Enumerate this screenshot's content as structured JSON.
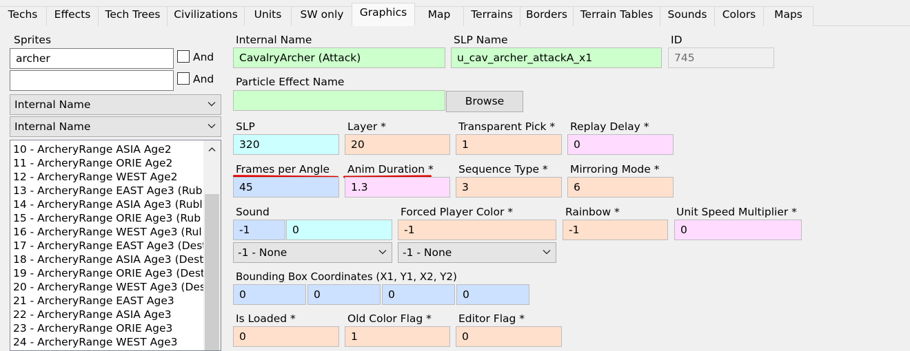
{
  "tabs": [
    {
      "label": "Techs"
    },
    {
      "label": "Effects"
    },
    {
      "label": "Tech Trees"
    },
    {
      "label": "Civilizations"
    },
    {
      "label": "Units"
    },
    {
      "label": "SW only"
    },
    {
      "label": "Graphics"
    },
    {
      "label": "Map"
    },
    {
      "label": "Terrains"
    },
    {
      "label": "Borders"
    },
    {
      "label": "Terrain Tables"
    },
    {
      "label": "Sounds"
    },
    {
      "label": "Colors"
    },
    {
      "label": "Maps"
    }
  ],
  "active_tab": "Graphics",
  "sprites": {
    "title": "Sprites",
    "search1": "archer",
    "search2": "",
    "and_label": "And",
    "sort1": "Internal Name",
    "sort2": "Internal Name",
    "items": [
      "10 - ArcheryRange ASIA Age2",
      "11 - ArcheryRange ORIE Age2",
      "12 - ArcheryRange WEST Age2",
      "13 - ArcheryRange EAST Age3 (Rub",
      "14 - ArcheryRange ASIA Age3 (Rubl",
      "15 - ArcheryRange ORIE Age3 (Rub",
      "16 - ArcheryRange WEST Age3 (Rul",
      "17 - ArcheryRange EAST Age3 (Dest",
      "18 - ArcheryRange ASIA Age3 (Dest",
      "19 - ArcheryRange ORIE Age3 (Dest",
      "20 - ArcheryRange WEST Age3 (Des",
      "21 - ArcheryRange EAST Age3",
      "22 - ArcheryRange ASIA Age3",
      "23 - ArcheryRange ORIE Age3",
      "24 - ArcheryRange WEST Age3"
    ]
  },
  "graphic": {
    "internal_name": {
      "label": "Internal Name",
      "value": "CavalryArcher (Attack)"
    },
    "slp_name": {
      "label": "SLP Name",
      "value": "u_cav_archer_attackA_x1"
    },
    "id": {
      "label": "ID",
      "value": "745"
    },
    "particle_effect": {
      "label": "Particle Effect Name",
      "value": "",
      "button": "Browse"
    },
    "slp": {
      "label": "SLP",
      "value": "320"
    },
    "layer": {
      "label": "Layer *",
      "value": "20"
    },
    "transparent_pick": {
      "label": "Transparent Pick *",
      "value": "1"
    },
    "replay_delay": {
      "label": "Replay Delay *",
      "value": "0"
    },
    "frames_per_angle": {
      "label": "Frames per Angle",
      "value": "45"
    },
    "anim_duration": {
      "label": "Anim Duration *",
      "value": "1.3"
    },
    "sequence_type": {
      "label": "Sequence Type *",
      "value": "3"
    },
    "mirroring_mode": {
      "label": "Mirroring Mode *",
      "value": "6"
    },
    "sound": {
      "label": "Sound",
      "value1": "-1",
      "value2": "0",
      "select": "-1 - None"
    },
    "forced_player_color": {
      "label": "Forced Player Color *",
      "value": "-1",
      "select": "-1 - None"
    },
    "rainbow": {
      "label": "Rainbow *",
      "value": "-1"
    },
    "unit_speed_multiplier": {
      "label": "Unit Speed Multiplier *",
      "value": "0"
    },
    "bounding_box": {
      "label": "Bounding Box Coordinates (X1, Y1, X2, Y2)",
      "values": [
        "0",
        "0",
        "0",
        "0"
      ]
    },
    "is_loaded": {
      "label": "Is Loaded *",
      "value": "0"
    },
    "old_color_flag": {
      "label": "Old Color Flag *",
      "value": "1"
    },
    "editor_flag": {
      "label": "Editor Flag *",
      "value": "0"
    }
  },
  "colors": {
    "green": "#ccffcc",
    "cyan": "#ccffff",
    "peach": "#ffe0cc",
    "pink": "#ffdcff",
    "blue": "#cce0ff",
    "annotation_red": "#e00000"
  }
}
